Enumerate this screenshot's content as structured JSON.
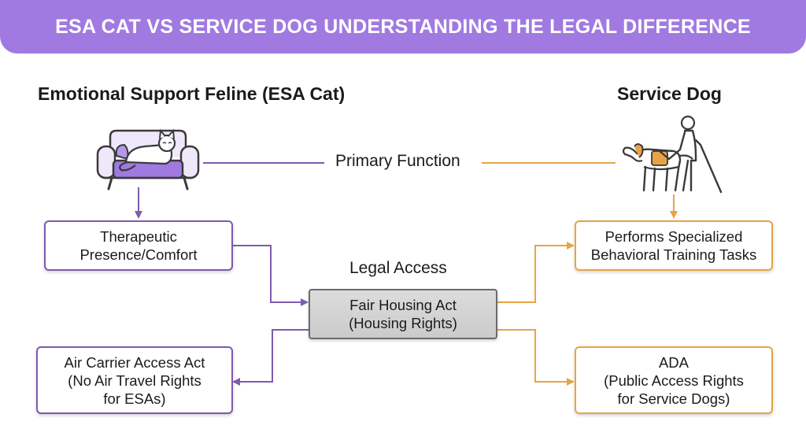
{
  "title": "ESA CAT VS SERVICE DOG UNDERSTANDING THE LEGAL DIFFERENCE",
  "left_heading": "Emotional Support Feline (ESA Cat)",
  "right_heading": "Service Dog",
  "primary_function_label": "Primary Function",
  "legal_access_label": "Legal Access",
  "therapeutic_box": {
    "lines": [
      "Therapeutic",
      "Presence/Comfort"
    ]
  },
  "fha_box": {
    "lines": [
      "Fair Housing Act",
      "(Housing Rights)"
    ]
  },
  "air_box": {
    "lines": [
      "Air Carrier Access Act",
      "(No Air Travel Rights",
      "for ESAs)"
    ]
  },
  "training_box": {
    "lines": [
      "Performs Specialized",
      "Behavioral Training Tasks"
    ]
  },
  "ada_box": {
    "lines": [
      "ADA",
      "(Public Access Rights",
      "for Service Dogs)"
    ]
  },
  "icons": {
    "left": "cat-on-sofa-icon",
    "right": "service-dog-with-person-icon"
  },
  "colors": {
    "banner": "#a07ae0",
    "esa_purple": "#7e5ab0",
    "service_orange": "#e8a444",
    "legal_gray": "#cbcbcb"
  }
}
